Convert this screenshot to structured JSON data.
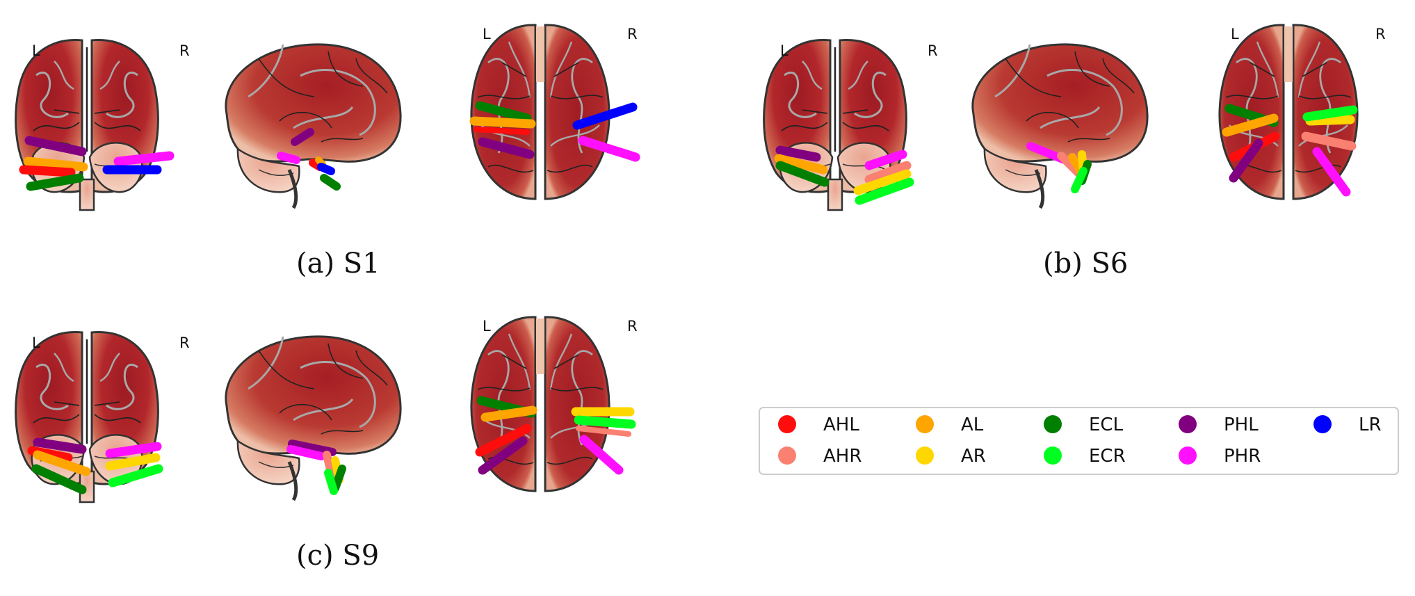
{
  "orientation": {
    "left": "L",
    "right": "R"
  },
  "panels": [
    {
      "caption": "(a) S1"
    },
    {
      "caption": "(b) S6"
    },
    {
      "caption": "(c) S9"
    }
  ],
  "legend": {
    "items": [
      {
        "label": "AHL",
        "color": "#ff0d0d"
      },
      {
        "label": "AHR",
        "color": "#fa8072"
      },
      {
        "label": "AL",
        "color": "#ffa500"
      },
      {
        "label": "AR",
        "color": "#ffd700"
      },
      {
        "label": "ECL",
        "color": "#007f00"
      },
      {
        "label": "ECR",
        "color": "#00ff20"
      },
      {
        "label": "PHL",
        "color": "#800080"
      },
      {
        "label": "PHR",
        "color": "#ff10ff"
      },
      {
        "label": "LR",
        "color": "#0000ff"
      }
    ]
  },
  "colors": {
    "brain": "#b5262a",
    "brain_edge": "#e9b39b",
    "outline": "#333333",
    "sulci": "#9a9a9a"
  }
}
